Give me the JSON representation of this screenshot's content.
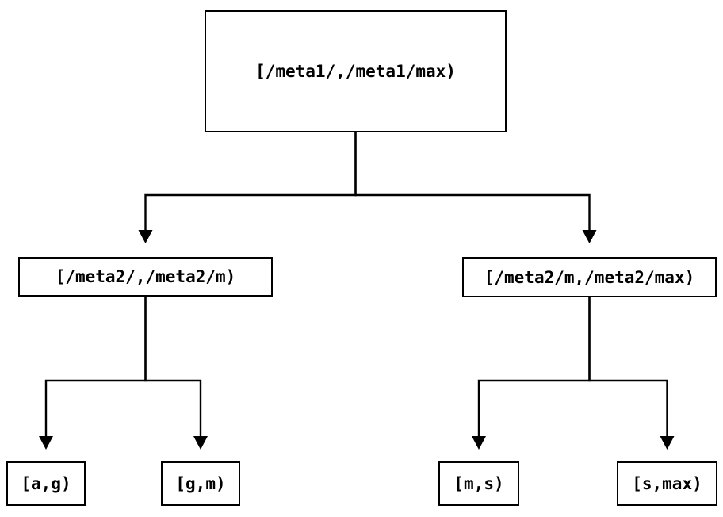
{
  "diagram": {
    "colors": {
      "background": "#ffffff",
      "line": "#000000",
      "text": "#000000",
      "node_fill": "#ffffff"
    },
    "nodes": {
      "root": {
        "label": "[/meta1/,/meta1/max)"
      },
      "meta2_left": {
        "label": "[/meta2/,/meta2/m)"
      },
      "meta2_right": {
        "label": "[/meta2/m,/meta2/max)"
      },
      "leaf_ag": {
        "label": "[a,g)"
      },
      "leaf_gm": {
        "label": "[g,m)"
      },
      "leaf_ms": {
        "label": "[m,s)"
      },
      "leaf_smax": {
        "label": "[s,max)"
      }
    },
    "edges": [
      {
        "from": "root",
        "to": "meta2_left"
      },
      {
        "from": "root",
        "to": "meta2_right"
      },
      {
        "from": "meta2_left",
        "to": "leaf_ag"
      },
      {
        "from": "meta2_left",
        "to": "leaf_gm"
      },
      {
        "from": "meta2_right",
        "to": "leaf_ms"
      },
      {
        "from": "meta2_right",
        "to": "leaf_smax"
      }
    ]
  }
}
